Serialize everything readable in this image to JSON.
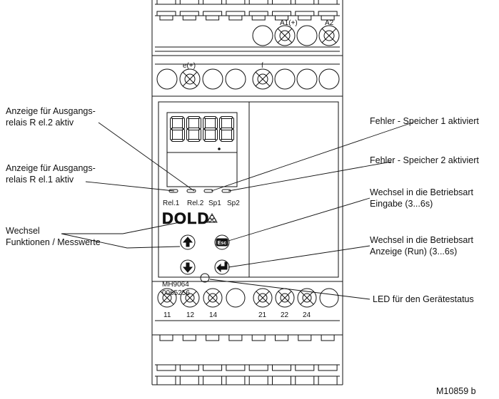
{
  "device": {
    "brand": "DOLD",
    "model": "MH9064",
    "serial": "0065256",
    "top_terminals_upper": [
      "A1(+)",
      "A2"
    ],
    "top_terminals_lower": [
      "e(+)",
      "f"
    ],
    "bottom_terminals": [
      "11",
      "12",
      "14",
      "21",
      "22",
      "24"
    ],
    "led_labels": [
      "Rel.1",
      "Rel.2",
      "Sp1",
      "Sp2"
    ],
    "buttons": {
      "up": "up-arrow",
      "down": "down-arrow",
      "esc": "Esc",
      "enter": "enter-arrow"
    }
  },
  "annotations": {
    "rel2_line1": "Anzeige für Ausgangs-",
    "rel2_line2": "relais R el.2  aktiv",
    "rel1_line1": "Anzeige für Ausgangs-",
    "rel1_line2": "relais R el.1  aktiv",
    "wechsel_line1": "Wechsel",
    "wechsel_line2": "Funktionen / Messwerte",
    "sp1": "Fehler - Speicher 1 aktiviert",
    "sp2": "Fehler - Speicher 2 aktiviert",
    "esc_line1": "Wechsel in die Betriebsart",
    "esc_line2": "Eingabe (3...6s)",
    "enter_line1": "Wechsel in die Betriebsart",
    "enter_line2": "Anzeige (Run) (3...6s)",
    "led": "LED für den Gerätestatus"
  },
  "figure_id": "M10859  b"
}
